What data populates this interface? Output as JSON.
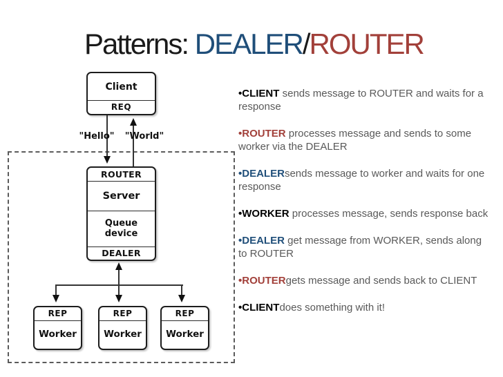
{
  "title": {
    "prefix": "Patterns: ",
    "dealer": "DEALER",
    "slash": "/",
    "router": "ROUTER"
  },
  "colors": {
    "dealer_blue": "#1F4E79",
    "router_red": "#A2403A",
    "body_text": "#595959",
    "keyword_black": "#000000",
    "diagram_line": "#333333"
  },
  "diagram": {
    "client_box": {
      "name": "Client",
      "socket": "REQ"
    },
    "request_label": "\"Hello\"",
    "reply_label": "\"World\"",
    "broker_box": {
      "top_socket": "ROUTER",
      "name": "Server",
      "middle": "Queue device",
      "bottom_socket": "DEALER"
    },
    "worker_boxes": [
      {
        "socket": "REP",
        "name": "Worker"
      },
      {
        "socket": "REP",
        "name": "Worker"
      },
      {
        "socket": "REP",
        "name": "Worker"
      }
    ]
  },
  "bullets": [
    {
      "bullet": "•",
      "keyword": "CLIENT",
      "color_class": "kw-black",
      "text": " sends message to ROUTER and waits for a response"
    },
    {
      "bullet": "•",
      "keyword": "ROUTER",
      "color_class": "kw-red",
      "text": " processes message and sends to some worker via the DEALER"
    },
    {
      "bullet": "•",
      "keyword": "DEALER",
      "color_class": "kw-blue",
      "text": "sends message to worker and waits for one response"
    },
    {
      "bullet": "•",
      "keyword": "WORKER",
      "color_class": "kw-black",
      "text": " processes message, sends response back"
    },
    {
      "bullet": "•",
      "keyword": "DEALER",
      "color_class": "kw-blue",
      "text": " get message from WORKER, sends along to ROUTER"
    },
    {
      "bullet": "•",
      "keyword": "ROUTER",
      "color_class": "kw-red",
      "text": "gets message and sends back to CLIENT"
    },
    {
      "bullet": "•",
      "keyword": "CLIENT",
      "color_class": "kw-black",
      "text": "does something with it!"
    }
  ]
}
